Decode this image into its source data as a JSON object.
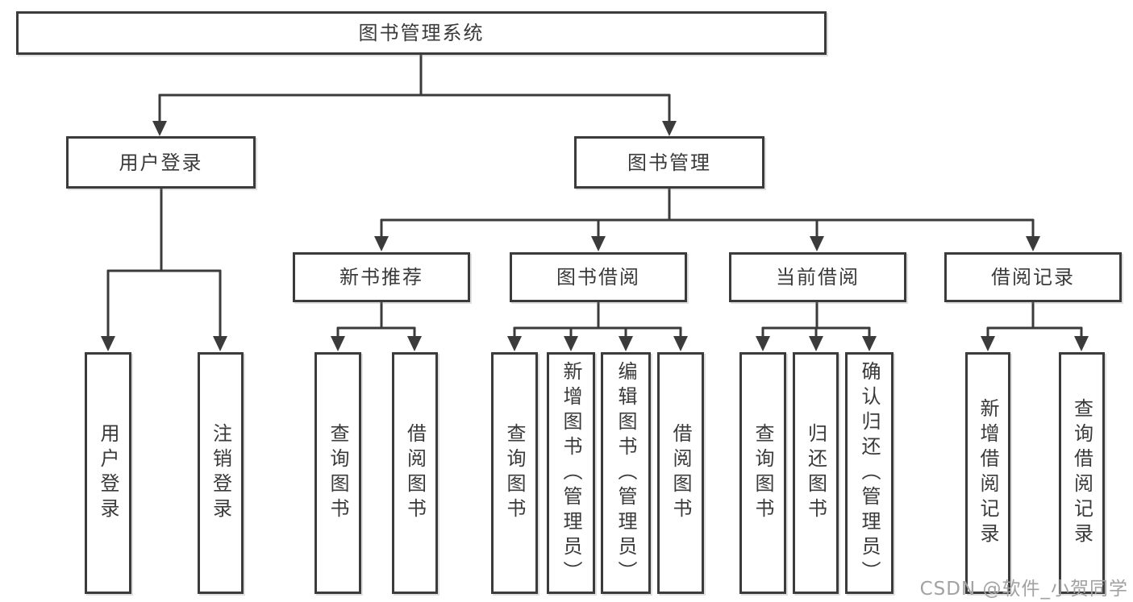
{
  "tree": {
    "label": "图书管理系统",
    "children": [
      {
        "label": "用户登录",
        "children": [
          {
            "label": "用户登录"
          },
          {
            "label": "注销登录"
          }
        ]
      },
      {
        "label": "图书管理",
        "children": [
          {
            "label": "新书推荐",
            "children": [
              {
                "label": "查询图书"
              },
              {
                "label": "借阅图书"
              }
            ]
          },
          {
            "label": "图书借阅",
            "children": [
              {
                "label": "查询图书"
              },
              {
                "label": "新增图书（管理员）"
              },
              {
                "label": "编辑图书（管理员）"
              },
              {
                "label": "借阅图书"
              }
            ]
          },
          {
            "label": "当前借阅",
            "children": [
              {
                "label": "查询图书"
              },
              {
                "label": "归还图书"
              },
              {
                "label": "确认归还（管理员）"
              }
            ]
          },
          {
            "label": "借阅记录",
            "children": [
              {
                "label": "新增借阅记录"
              },
              {
                "label": "查询借阅记录"
              }
            ]
          }
        ]
      }
    ]
  },
  "watermark": {
    "text": "CSDN @软件_小贺同学"
  },
  "colors": {
    "line": "#3b3b3b",
    "text": "#3a3a3a",
    "watermark": "#a2a2a2",
    "background": "#ffffff"
  }
}
